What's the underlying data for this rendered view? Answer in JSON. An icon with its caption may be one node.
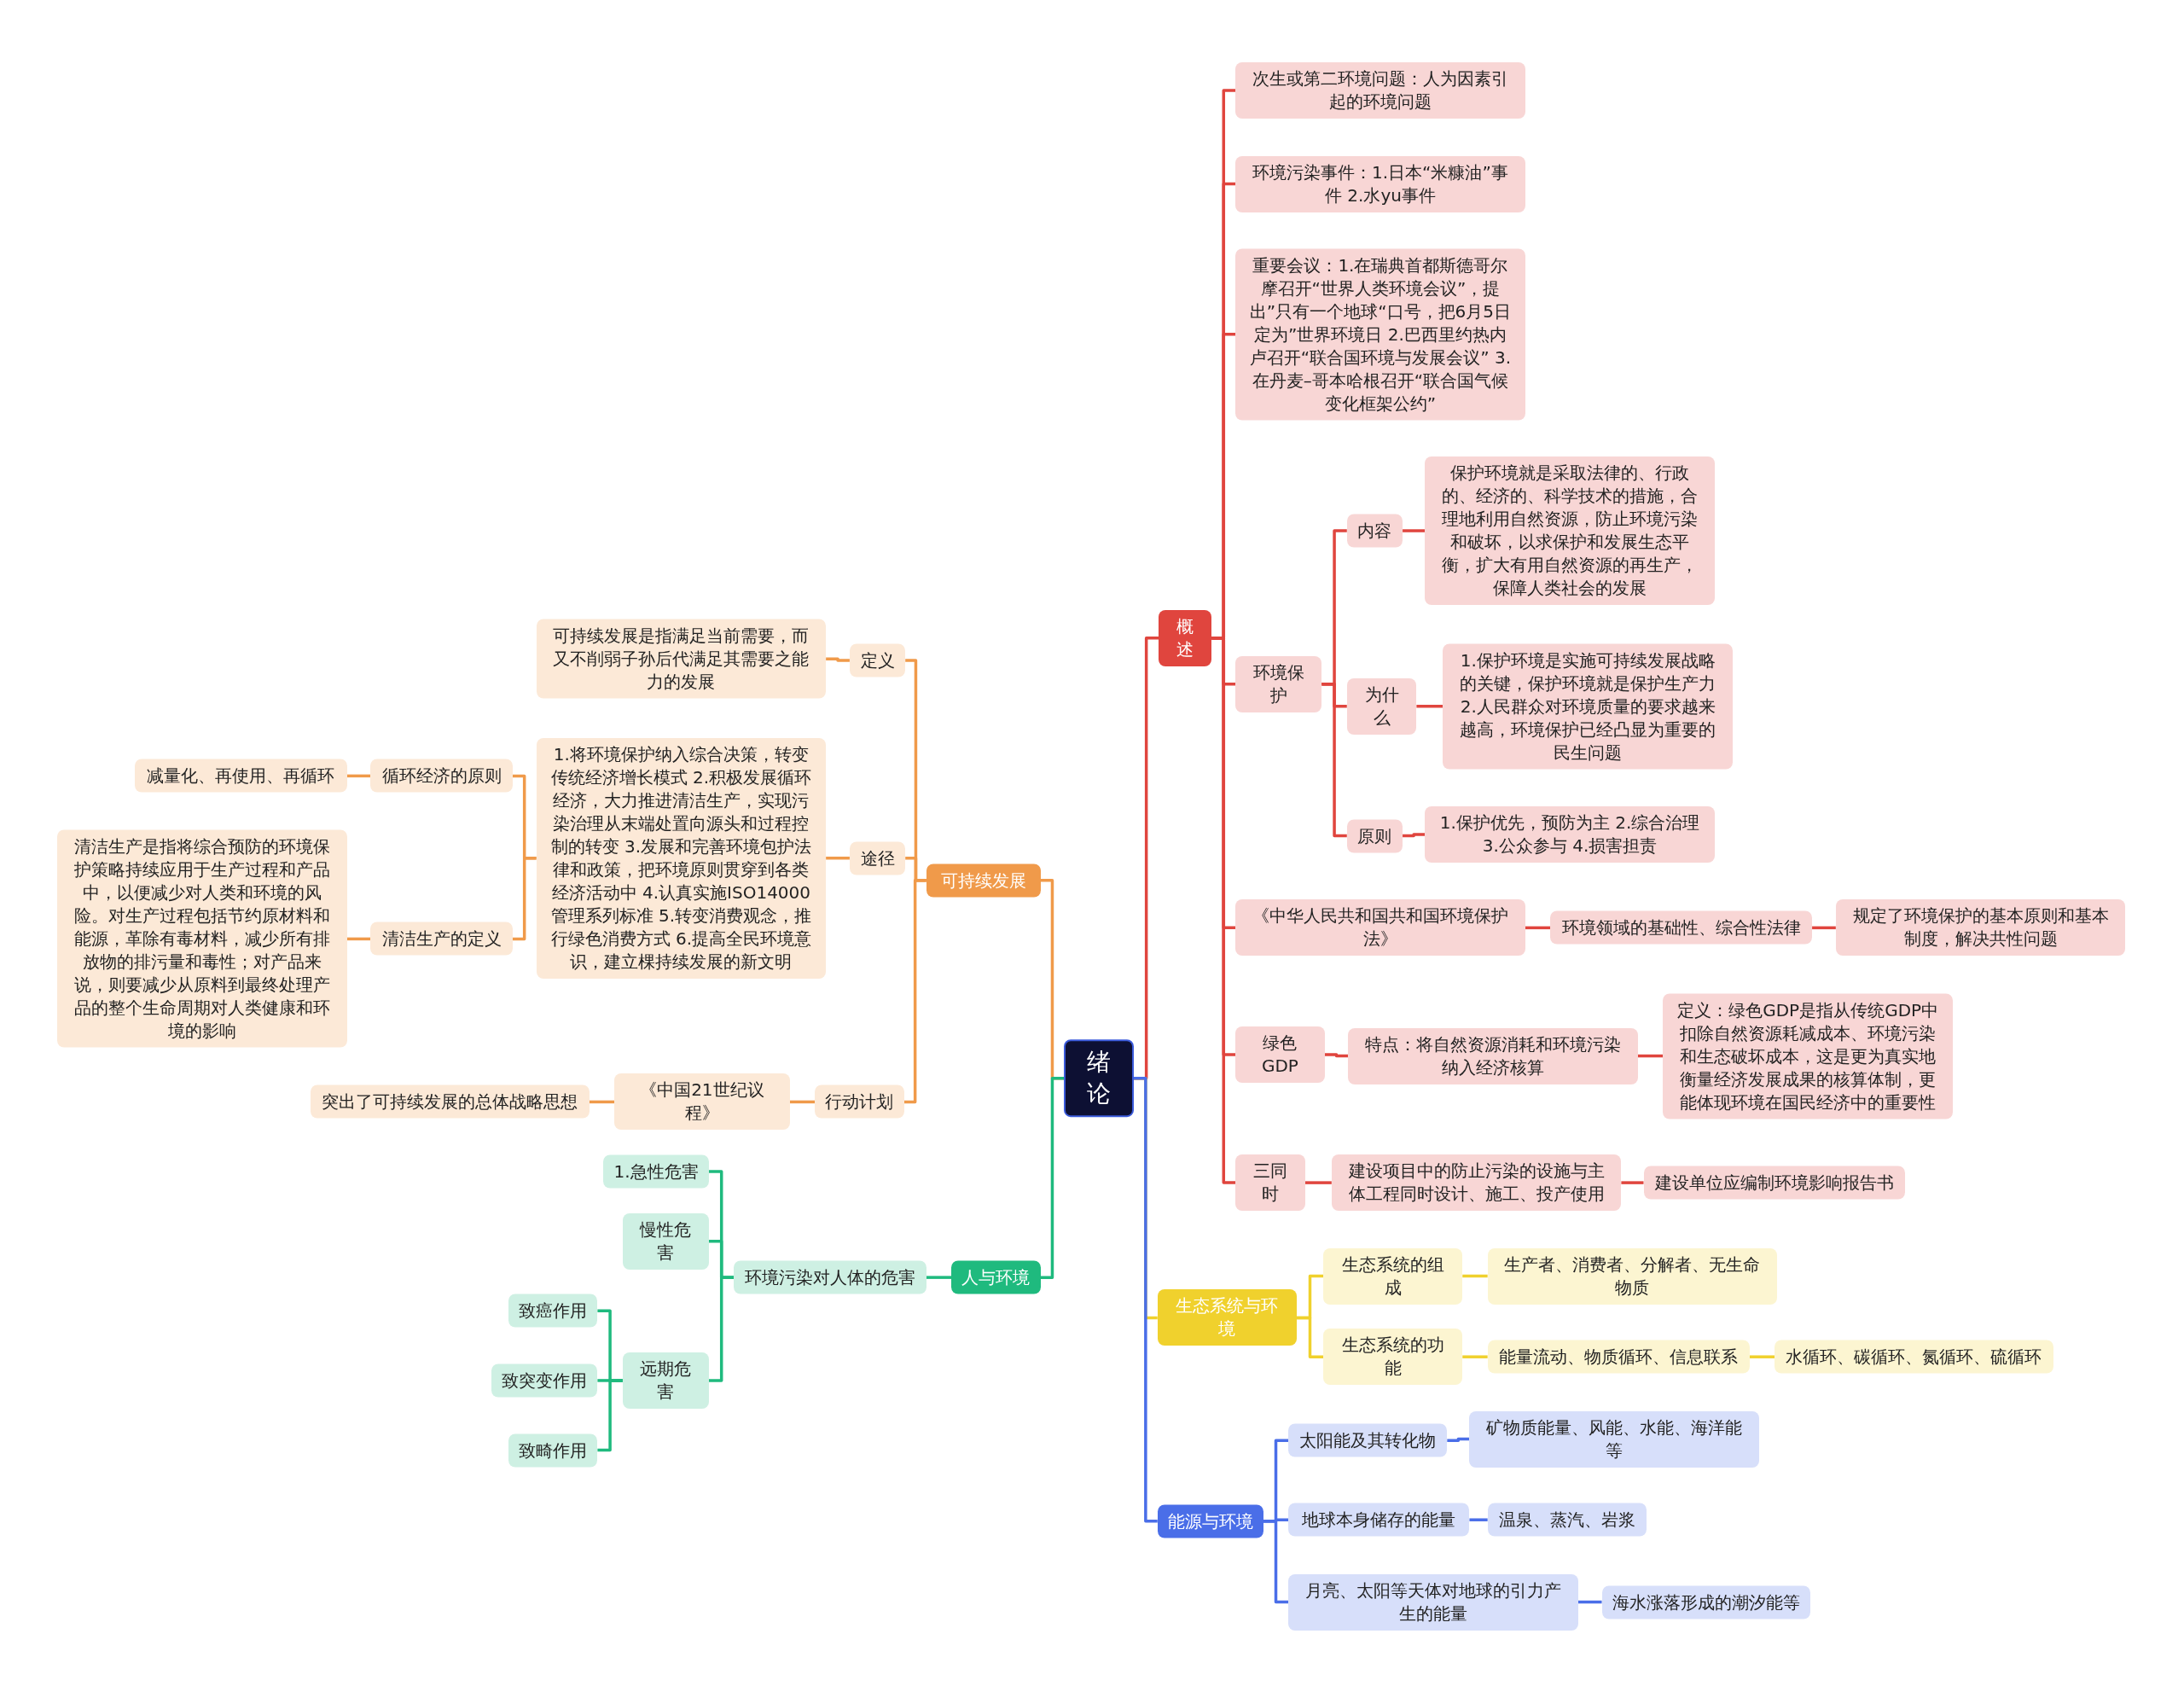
{
  "diagram": {
    "nodes": [
      {
        "text": [
          "绪论"
        ]
      },
      {
        "text": [
          "概述"
        ]
      },
      {
        "text": [
          "次生或第二环境问题：人为因素引起的环境问题"
        ]
      },
      {
        "text": [
          "环境污染事件：1.日本“米糠油”事件 2.水yu事件"
        ]
      },
      {
        "text": [
          "重要会议：1.在瑞典首都斯德哥尔摩召开“世界人类环境会议”，提出”只有一个地球“口号，把6月5日定为”世界环境日 2.巴西里约热内卢召开“联合国环境与发展会议” 3.在丹麦–哥本哈根召开“联合国气候变化框架公约”"
        ]
      },
      {
        "text": [
          "环境保护"
        ]
      },
      {
        "text": [
          "内容"
        ]
      },
      {
        "text": [
          "保护环境就是采取法律的、行政的、经济的、科学技术的措施，合理地利用自然资源，防止环境污染和破坏，以求保护和发展生态平衡，扩大有用自然资源的再生产，保障人类社会的发展"
        ]
      },
      {
        "text": [
          "为什么"
        ]
      },
      {
        "text": [
          "1.保护环境是实施可持续发展战略的关键，保护环境就是保护生产力 2.人民群众对环境质量的要求越来越高，环境保护已经凸显为重要的民生问题"
        ]
      },
      {
        "text": [
          "原则"
        ]
      },
      {
        "text": [
          "1.保护优先，预防为主 2.综合治理 3.公众参与 4.损害担责"
        ]
      },
      {
        "text": [
          "《中华人民共和国共和国环境保护法》"
        ]
      },
      {
        "text": [
          "环境领域的基础性、综合性法律"
        ]
      },
      {
        "text": [
          "规定了环境保护的基本原则和基本制度，解决共性问题"
        ]
      },
      {
        "text": [
          "绿色GDP"
        ]
      },
      {
        "text": [
          "特点：将自然资源消耗和环境污染纳入经济核算"
        ]
      },
      {
        "text": [
          "定义：绿色GDP是指从传统GDP中扣除自然资源耗减成本、环境污染和生态破坏成本，这是更为真实地衡量经济发展成果的核算体制，更能体现环境在国民经济中的重要性"
        ]
      },
      {
        "text": [
          "三同时"
        ]
      },
      {
        "text": [
          "建设项目中的防止污染的设施与主体工程同时设计、施工、投产使用"
        ]
      },
      {
        "text": [
          "建设单位应编制环境影响报告书"
        ]
      },
      {
        "text": [
          "生态系统与环境"
        ]
      },
      {
        "text": [
          "生态系统的组成"
        ]
      },
      {
        "text": [
          "生产者、消费者、分解者、无生命物质"
        ]
      },
      {
        "text": [
          "生态系统的功能"
        ]
      },
      {
        "text": [
          "能量流动、物质循环、信息联系"
        ]
      },
      {
        "text": [
          "水循环、碳循环、氮循环、硫循环"
        ]
      },
      {
        "text": [
          "能源与环境"
        ]
      },
      {
        "text": [
          "太阳能及其转化物"
        ]
      },
      {
        "text": [
          "矿物质能量、风能、水能、海洋能等"
        ]
      },
      {
        "text": [
          "地球本身储存的能量"
        ]
      },
      {
        "text": [
          "温泉、蒸汽、岩浆"
        ]
      },
      {
        "text": [
          "月亮、太阳等天体对地球的引力产生的能量"
        ]
      },
      {
        "text": [
          "海水涨落形成的潮汐能等"
        ]
      },
      {
        "text": [
          "可持续发展"
        ]
      },
      {
        "text": [
          "定义"
        ]
      },
      {
        "text": [
          "可持续发展是指满足当前需要，而又不削弱子孙后代满足其需要之能力的发展"
        ]
      },
      {
        "text": [
          "途径"
        ]
      },
      {
        "text": [
          "1.将环境保护纳入综合决策，转变传统经济增长模式 2.积极发展循环经济，大力推进清洁生产，实现污染治理从末端处置向源头和过程控制的转变 3.发展和完善环境包护法律和政策，把环境原则贯穿到各类经济活动中 4.认真实施ISO14000管理系列标准 5.转变消费观念，推行绿色消费方式 6.提高全民环境意识，建立棵持续发展的新文明"
        ]
      },
      {
        "text": [
          "循环经济的原则"
        ]
      },
      {
        "text": [
          "减量化、再使用、再循环"
        ]
      },
      {
        "text": [
          "清洁生产的定义"
        ]
      },
      {
        "text": [
          "清洁生产是指将综合预防的环境保护策略持续应用于生产过程和产品中，以便减少对人类和环境的风险。对生产过程包括节约原材料和能源，革除有毒材料，减少所有排放物的排污量和毒性；对产品来说，则要减少从原料到最终处理产品的整个生命周期对人类健康和环境的影响"
        ]
      },
      {
        "text": [
          "行动计划"
        ]
      },
      {
        "text": [
          "《中国21世纪议程》"
        ]
      },
      {
        "text": [
          "突出了可持续发展的总体战略思想"
        ]
      },
      {
        "text": [
          "人与环境"
        ]
      },
      {
        "text": [
          "环境污染对人体的危害"
        ]
      },
      {
        "text": [
          "1.急性危害"
        ]
      },
      {
        "text": [
          "慢性危害"
        ]
      },
      {
        "text": [
          "远期危害"
        ]
      },
      {
        "text": [
          "致癌作用"
        ]
      },
      {
        "text": [
          "致突变作用"
        ]
      },
      {
        "text": [
          "致畸作用"
        ]
      }
    ],
    "edges": [
      {
        "from": 0,
        "to": 1,
        "arrow": "none"
      },
      {
        "from": 1,
        "to": 2,
        "arrow": "none"
      },
      {
        "from": 1,
        "to": 3,
        "arrow": "none"
      },
      {
        "from": 1,
        "to": 4,
        "arrow": "none"
      },
      {
        "from": 1,
        "to": 5,
        "arrow": "none"
      },
      {
        "from": 5,
        "to": 6,
        "arrow": "none"
      },
      {
        "from": 6,
        "to": 7,
        "arrow": "none"
      },
      {
        "from": 5,
        "to": 8,
        "arrow": "none"
      },
      {
        "from": 8,
        "to": 9,
        "arrow": "none"
      },
      {
        "from": 5,
        "to": 10,
        "arrow": "none"
      },
      {
        "from": 10,
        "to": 11,
        "arrow": "none"
      },
      {
        "from": 1,
        "to": 12,
        "arrow": "none"
      },
      {
        "from": 12,
        "to": 13,
        "arrow": "none"
      },
      {
        "from": 13,
        "to": 14,
        "arrow": "none"
      },
      {
        "from": 1,
        "to": 15,
        "arrow": "none"
      },
      {
        "from": 15,
        "to": 16,
        "arrow": "none"
      },
      {
        "from": 16,
        "to": 17,
        "arrow": "none"
      },
      {
        "from": 1,
        "to": 18,
        "arrow": "none"
      },
      {
        "from": 18,
        "to": 19,
        "arrow": "none"
      },
      {
        "from": 19,
        "to": 20,
        "arrow": "none"
      },
      {
        "from": 0,
        "to": 21,
        "arrow": "none",
        "color": "#f0d12d"
      },
      {
        "from": 21,
        "to": 22,
        "arrow": "none",
        "color": "#f0d12d"
      },
      {
        "from": 22,
        "to": 23,
        "arrow": "none",
        "color": "#f0d12d"
      },
      {
        "from": 21,
        "to": 24,
        "arrow": "none",
        "color": "#f0d12d"
      },
      {
        "from": 24,
        "to": 25,
        "arrow": "none",
        "color": "#f0d12d"
      },
      {
        "from": 25,
        "to": 26,
        "arrow": "none",
        "color": "#f0d12d"
      },
      {
        "from": 0,
        "to": 27,
        "arrow": "none",
        "color": "#4a6ee8"
      },
      {
        "from": 27,
        "to": 28,
        "arrow": "none",
        "color": "#4a6ee8"
      },
      {
        "from": 28,
        "to": 29,
        "arrow": "none",
        "color": "#4a6ee8"
      },
      {
        "from": 27,
        "to": 30,
        "arrow": "none",
        "color": "#4a6ee8"
      },
      {
        "from": 30,
        "to": 31,
        "arrow": "none",
        "color": "#4a6ee8"
      },
      {
        "from": 27,
        "to": 32,
        "arrow": "none",
        "color": "#4a6ee8"
      },
      {
        "from": 32,
        "to": 33,
        "arrow": "none",
        "color": "#4a6ee8"
      },
      {
        "from": 0,
        "to": 34,
        "arrow": "none",
        "color": "#f09a4a"
      },
      {
        "from": 34,
        "to": 35,
        "arrow": "none",
        "color": "#f09a4a"
      },
      {
        "from": 35,
        "to": 36,
        "arrow": "none",
        "color": "#f09a4a"
      },
      {
        "from": 34,
        "to": 37,
        "arrow": "none",
        "color": "#f09a4a"
      },
      {
        "from": 37,
        "to": 38,
        "arrow": "none",
        "color": "#f09a4a"
      },
      {
        "from": 38,
        "to": 39,
        "arrow": "none",
        "color": "#f09a4a"
      },
      {
        "from": 39,
        "to": 40,
        "arrow": "none",
        "color": "#f09a4a"
      },
      {
        "from": 38,
        "to": 41,
        "arrow": "none",
        "color": "#f09a4a"
      },
      {
        "from": 41,
        "to": 42,
        "arrow": "none",
        "color": "#f09a4a"
      },
      {
        "from": 34,
        "to": 43,
        "arrow": "none",
        "color": "#f09a4a"
      },
      {
        "from": 43,
        "to": 44,
        "arrow": "none",
        "color": "#f09a4a"
      },
      {
        "from": 44,
        "to": 45,
        "arrow": "none",
        "color": "#f09a4a"
      },
      {
        "from": 0,
        "to": 46,
        "arrow": "none",
        "color": "#1fba7e"
      },
      {
        "from": 46,
        "to": 47,
        "arrow": "none",
        "color": "#1fba7e"
      },
      {
        "from": 47,
        "to": 48,
        "arrow": "none",
        "color": "#1fba7e"
      },
      {
        "from": 47,
        "to": 49,
        "arrow": "none",
        "color": "#1fba7e"
      },
      {
        "from": 47,
        "to": 50,
        "arrow": "none",
        "color": "#1fba7e"
      },
      {
        "from": 50,
        "to": 51,
        "arrow": "none",
        "color": "#1fba7e"
      },
      {
        "from": 50,
        "to": 52,
        "arrow": "none",
        "color": "#1fba7e"
      },
      {
        "from": 50,
        "to": 53,
        "arrow": "none",
        "color": "#1fba7e"
      }
    ]
  }
}
